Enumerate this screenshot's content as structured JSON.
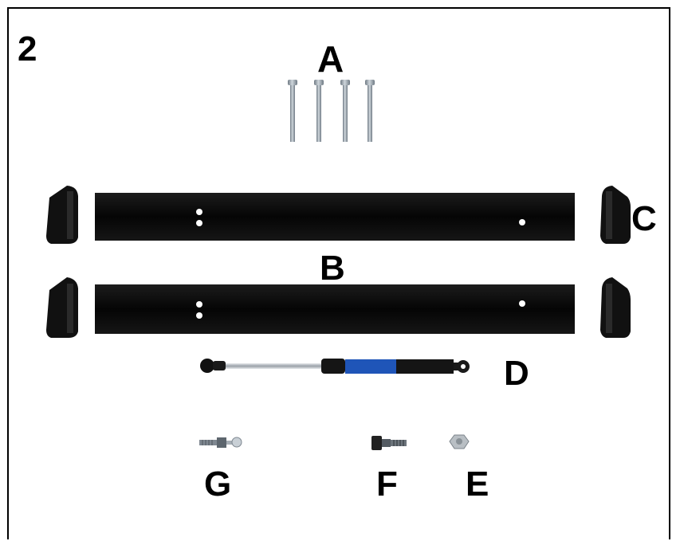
{
  "step_number": "2",
  "part_labels": {
    "a": "A",
    "b": "B",
    "c": "C",
    "d": "D",
    "e": "E",
    "f": "F",
    "g": "G"
  },
  "colors": {
    "bar": "#0a0a0a",
    "cap": "#111111",
    "screw": "#8f9aa4",
    "strut_rod": "#b9bec4",
    "strut_body": "#151515",
    "strut_label": "#1f55b8"
  }
}
